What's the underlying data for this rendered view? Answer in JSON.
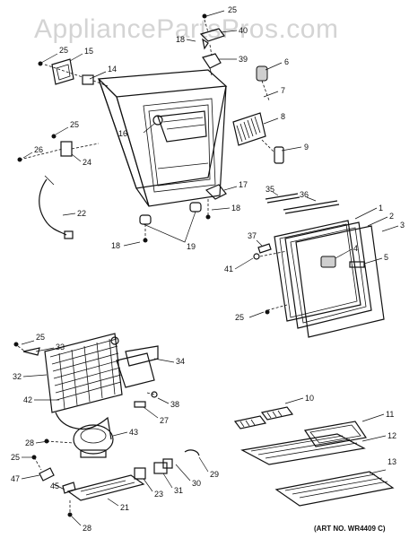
{
  "watermark": "AppliancePartsPros.com",
  "art_number": "(ART NO. WR4409 C)",
  "labels": [
    "25",
    "18",
    "40",
    "39",
    "6",
    "25",
    "15",
    "14",
    "7",
    "8",
    "16",
    "25",
    "9",
    "26",
    "24",
    "17",
    "18",
    "22",
    "35",
    "36",
    "1",
    "2",
    "3",
    "37",
    "4",
    "5",
    "18",
    "19",
    "41",
    "25",
    "25",
    "33",
    "34",
    "32",
    "42",
    "38",
    "10",
    "27",
    "11",
    "28",
    "43",
    "12",
    "25",
    "13",
    "47",
    "29",
    "30",
    "45",
    "31",
    "23",
    "21",
    "28"
  ]
}
